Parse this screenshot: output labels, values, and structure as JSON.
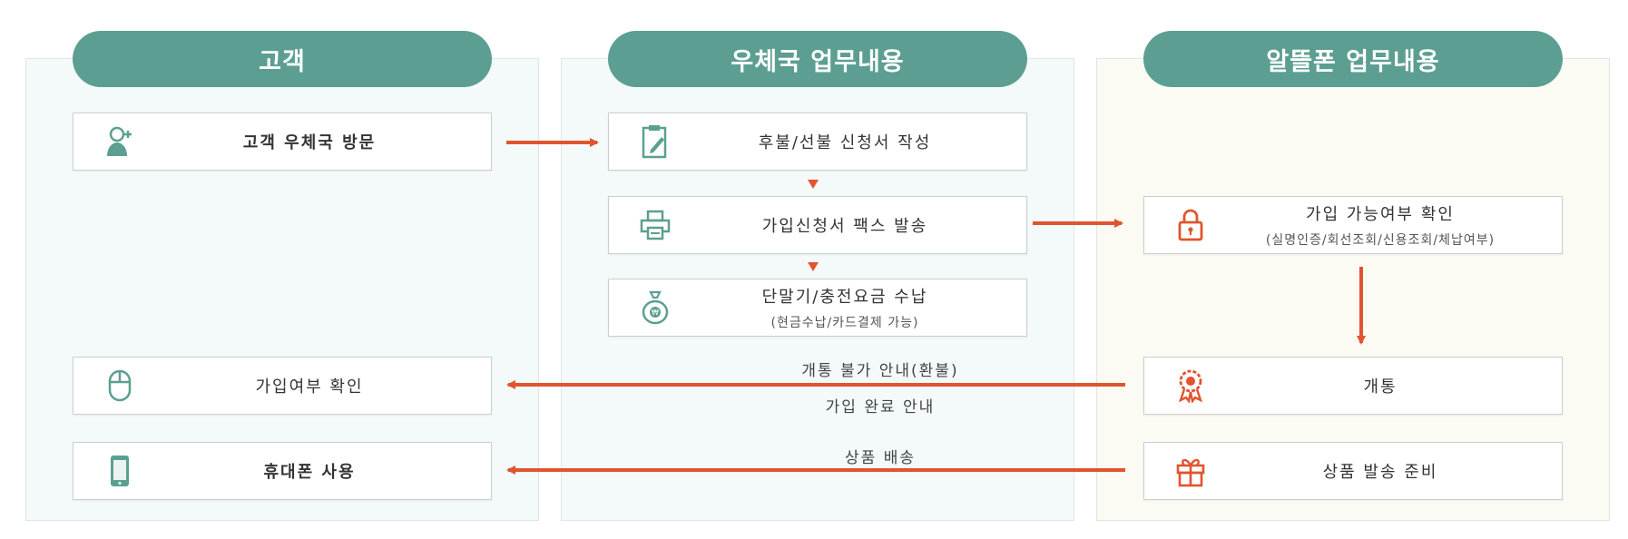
{
  "columns": {
    "customer": {
      "title": "고객"
    },
    "post_office": {
      "title": "우체국 업무내용"
    },
    "alddle": {
      "title": "알뜰폰 업무내용"
    }
  },
  "customer": {
    "visit": "고객 우체국 방문",
    "check": "가입여부 확인",
    "use": "휴대폰 사용"
  },
  "post_office": {
    "application": "후불/선불 신청서 작성",
    "fax": "가입신청서 팩스 발송",
    "payment": "단말기/충전요금 수납",
    "payment_sub": "(현금수납/카드결제 가능)"
  },
  "alddle": {
    "eligibility": "가입 가능여부 확인",
    "eligibility_sub": "(실명인증/회선조회/신용조회/체납여부)",
    "activation": "개통",
    "shipping_prep": "상품 발송 준비"
  },
  "arrow_labels": {
    "not_possible": "개통 불가 안내(환불)",
    "complete": "가입 완료 안내",
    "delivery": "상품 배송"
  },
  "colors": {
    "header_bg": "#5c9f92",
    "arrow": "#e0552e",
    "icon_green": "#5c9f92",
    "icon_orange": "#e0552e"
  },
  "icons": {
    "visit": "user-add-icon",
    "check": "mouse-icon",
    "use": "phone-icon",
    "application": "form-edit-icon",
    "fax": "printer-icon",
    "payment": "money-bag-icon",
    "eligibility": "lock-icon",
    "activation": "award-icon",
    "shipping_prep": "gift-icon"
  }
}
